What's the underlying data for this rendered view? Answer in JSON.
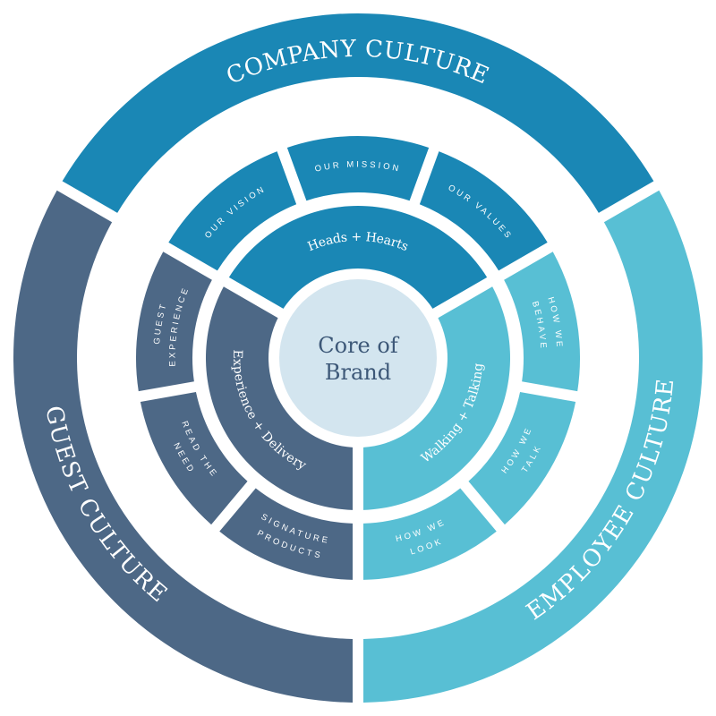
{
  "core": {
    "line1": "Core of",
    "line2": "Brand",
    "color": "#d3e5ef",
    "text_color": "#3d5878"
  },
  "sectors": [
    {
      "id": "company",
      "color": "#1a87b5",
      "outer": "COMPANY CULTURE",
      "inner": "Heads + Hearts",
      "middle": [
        {
          "lines": [
            "OUR VISION"
          ]
        },
        {
          "lines": [
            "OUR MISSION"
          ]
        },
        {
          "lines": [
            "OUR VALUES"
          ]
        }
      ]
    },
    {
      "id": "employee",
      "color": "#58bfd4",
      "outer": "EMPLOYEE CULTURE",
      "inner": "Walking + Talking",
      "middle": [
        {
          "lines": [
            "HOW WE",
            "BEHAVE"
          ]
        },
        {
          "lines": [
            "HOW WE",
            "TALK"
          ]
        },
        {
          "lines": [
            "HOW WE",
            "LOOK"
          ]
        }
      ]
    },
    {
      "id": "guest",
      "color": "#4d6886",
      "outer": "GUEST CULTURE",
      "inner": "Experience + Delivery",
      "middle": [
        {
          "lines": [
            "SIGNATURE",
            "PRODUCTS"
          ]
        },
        {
          "lines": [
            "READ THE",
            "NEED"
          ]
        },
        {
          "lines": [
            "GUEST",
            "EXPERIENCE"
          ]
        }
      ]
    }
  ]
}
